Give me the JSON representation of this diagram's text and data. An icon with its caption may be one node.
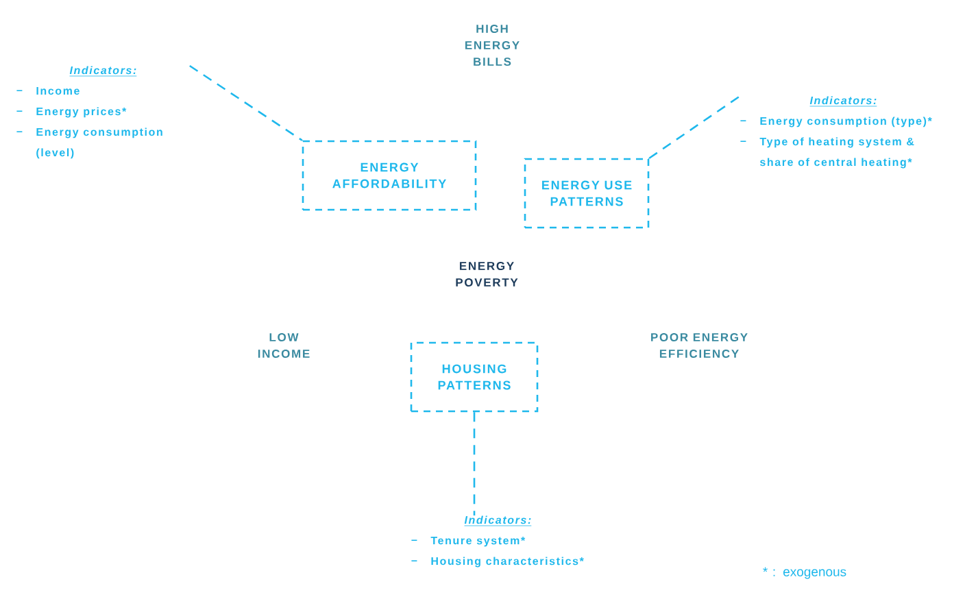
{
  "diagram": {
    "nodes": [
      {
        "text": [
          "Indicators:",
          "Income",
          "Energy prices*",
          "Energy consumption (level)"
        ]
      },
      {
        "text": [
          "ENERGY AFFORDABILITY"
        ]
      },
      {
        "text": [
          "ENERGY USE PATTERNS"
        ]
      },
      {
        "text": [
          "Indicators:",
          "Energy consumption (type)*",
          "Type of heating system & share of central heating*"
        ]
      },
      {
        "text": [
          "HOUSING PATTERNS"
        ]
      },
      {
        "text": [
          "Indicators:",
          "Tenure system*",
          "Housing characteristics*"
        ]
      }
    ],
    "edges": [
      {
        "from": 0,
        "to": 1,
        "arrow": "none",
        "style": "dashed"
      },
      {
        "from": 2,
        "to": 3,
        "arrow": "none",
        "style": "dashed"
      },
      {
        "from": 4,
        "to": 5,
        "arrow": "none",
        "style": "dashed"
      }
    ],
    "labels": [
      "HIGH ENERGY BILLS",
      "ENERGY POVERTY",
      "LOW INCOME",
      "POOR ENERGY EFFICIENCY",
      "* : exogenous"
    ]
  }
}
